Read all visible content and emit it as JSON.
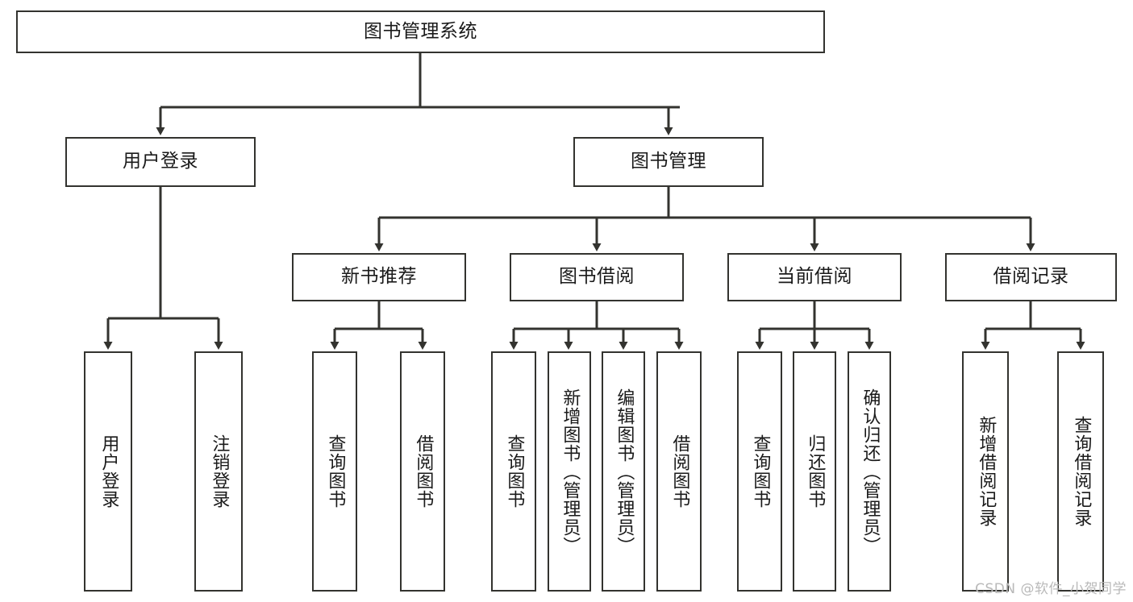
{
  "diagram": {
    "title": "图书管理系统",
    "watermark": "CSDN @软件_小贺同学",
    "root": {
      "label": "图书管理系统"
    },
    "level2": [
      {
        "label": "用户登录"
      },
      {
        "label": "图书管理"
      }
    ],
    "level3": [
      {
        "label": "新书推荐"
      },
      {
        "label": "图书借阅"
      },
      {
        "label": "当前借阅"
      },
      {
        "label": "借阅记录"
      }
    ],
    "leaves": {
      "user_login": [
        {
          "label": "用户登录"
        },
        {
          "label": "注销登录"
        }
      ],
      "new_book": [
        {
          "label": "查询图书"
        },
        {
          "label": "借阅图书"
        }
      ],
      "book_borrow": [
        {
          "label": "查询图书"
        },
        {
          "label": "新增图书（管理员）"
        },
        {
          "label": "编辑图书（管理员）"
        },
        {
          "label": "借阅图书"
        }
      ],
      "current_borrow": [
        {
          "label": "查询图书"
        },
        {
          "label": "归还图书"
        },
        {
          "label": "确认归还（管理员）"
        }
      ],
      "borrow_record": [
        {
          "label": "新增借阅记录"
        },
        {
          "label": "查询借阅记录"
        }
      ]
    },
    "colors": {
      "stroke": "#33332f",
      "text": "#1a1a1a",
      "background": "#ffffff",
      "watermark": "#b9b9b9"
    }
  }
}
